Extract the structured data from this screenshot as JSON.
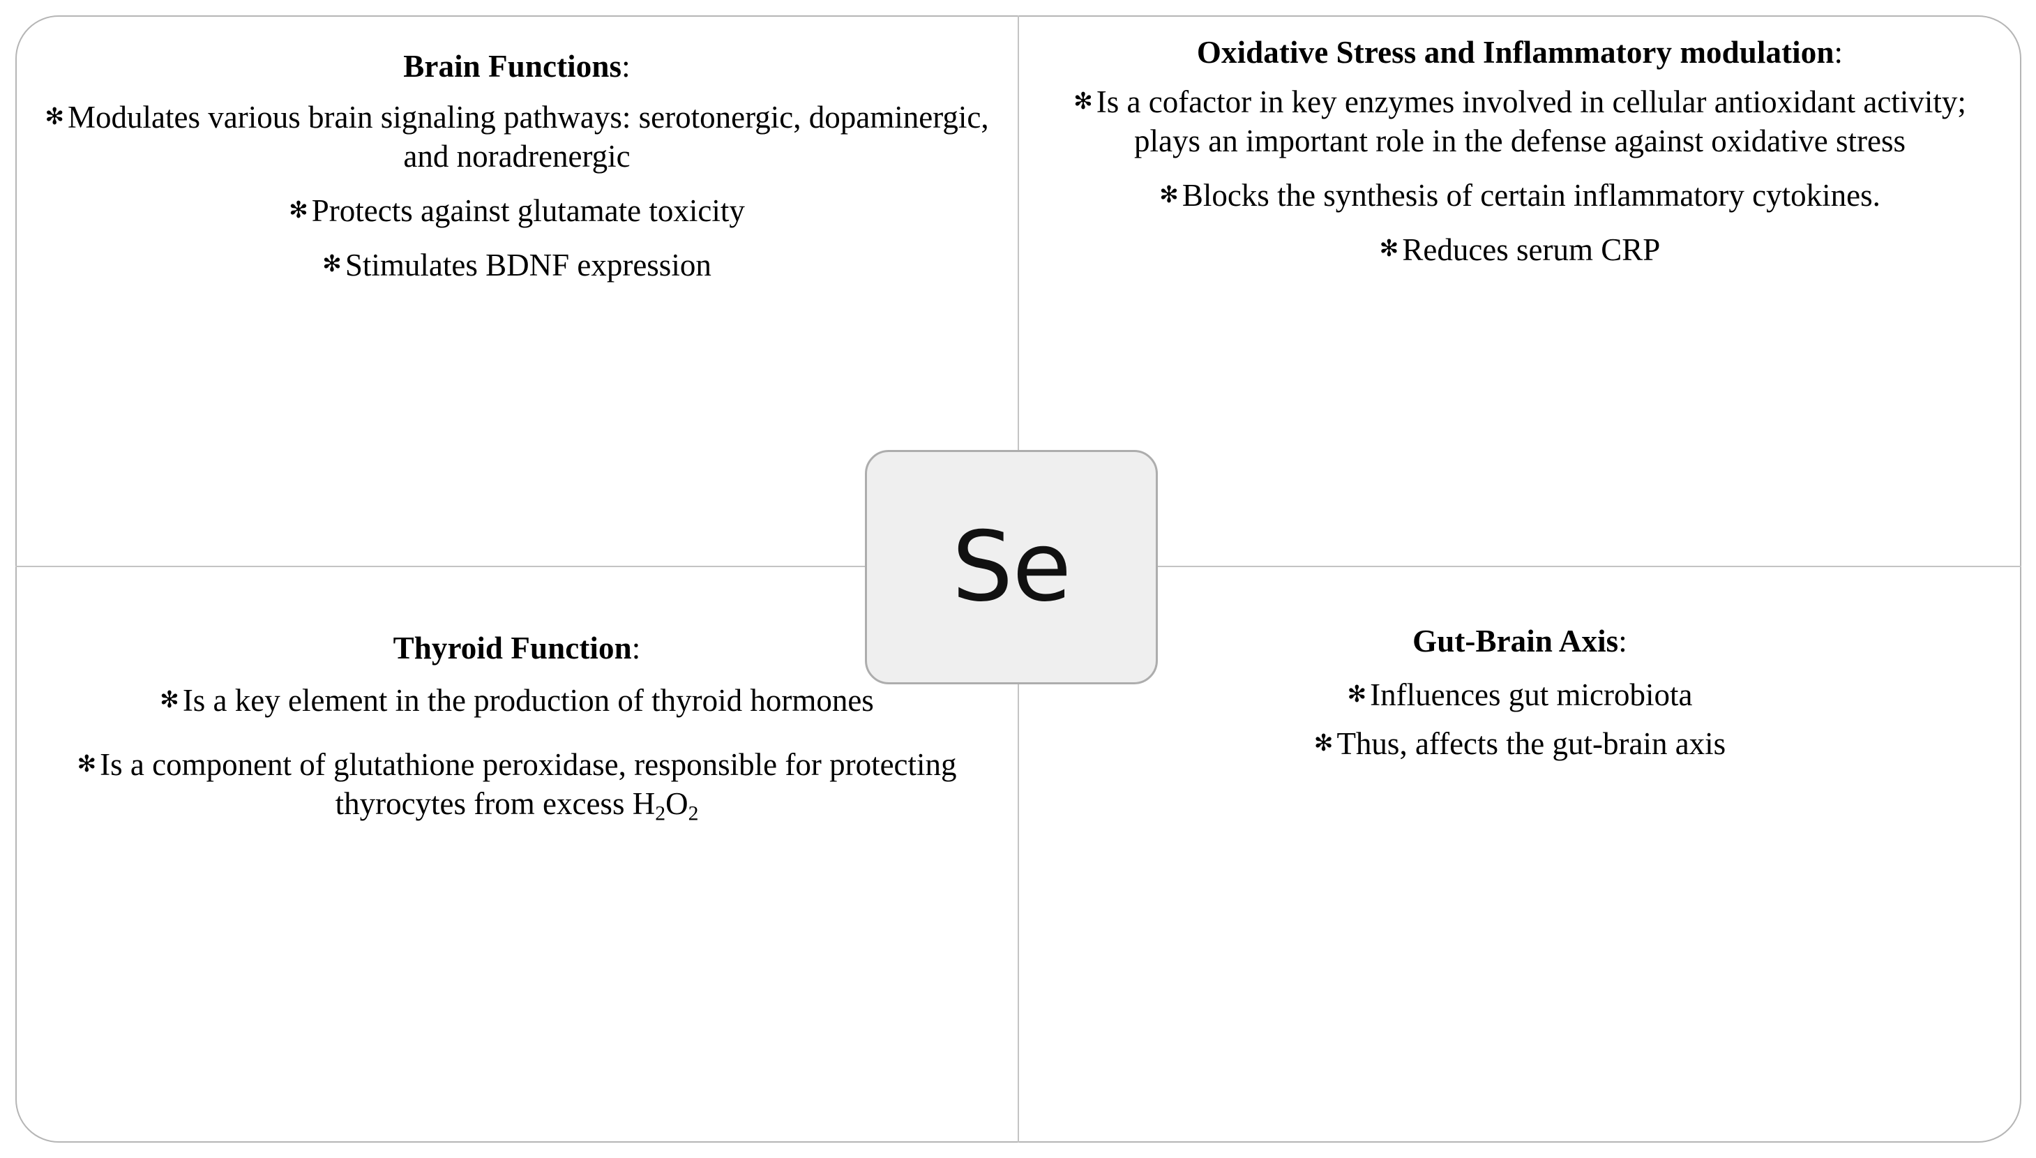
{
  "figure": {
    "center_symbol": "Se",
    "bullet_glyph": "✻",
    "colors": {
      "frame_border": "#b5b5b5",
      "divider": "#c4c4c4",
      "center_box_fill": "#efefef",
      "center_box_border": "#adadad",
      "text": "#000000",
      "background": "#ffffff"
    }
  },
  "quadrants": {
    "top_left": {
      "heading": "Brain Functions",
      "heading_colon": ":",
      "bullets": [
        "Modulates various brain signaling pathways: serotonergic, dopaminergic, and noradrenergic",
        "Protects against glutamate toxicity",
        "Stimulates BDNF expression"
      ]
    },
    "top_right": {
      "heading": "Oxidative Stress and Inflammatory modulation",
      "heading_colon": ":",
      "bullets": [
        "Is a cofactor in key enzymes involved in cellular antioxidant activity; plays an important role in the defense against oxidative stress",
        "Blocks the synthesis of certain inflammatory cytokines.",
        "Reduces serum CRP"
      ]
    },
    "bottom_left": {
      "heading": "Thyroid Function",
      "heading_colon": ":",
      "bullets": [
        "Is a key element in the production of thyroid hormones"
      ],
      "bullet_h2o2": {
        "prefix": "Is a component of glutathione peroxidase, responsible for protecting thyrocytes from excess H",
        "sub1": "2",
        "mid": "O",
        "sub2": "2"
      }
    },
    "bottom_right": {
      "heading": "Gut-Brain Axis",
      "heading_colon": ":",
      "bullets": [
        "Influences gut microbiota",
        "Thus, affects the gut-brain axis"
      ]
    }
  }
}
